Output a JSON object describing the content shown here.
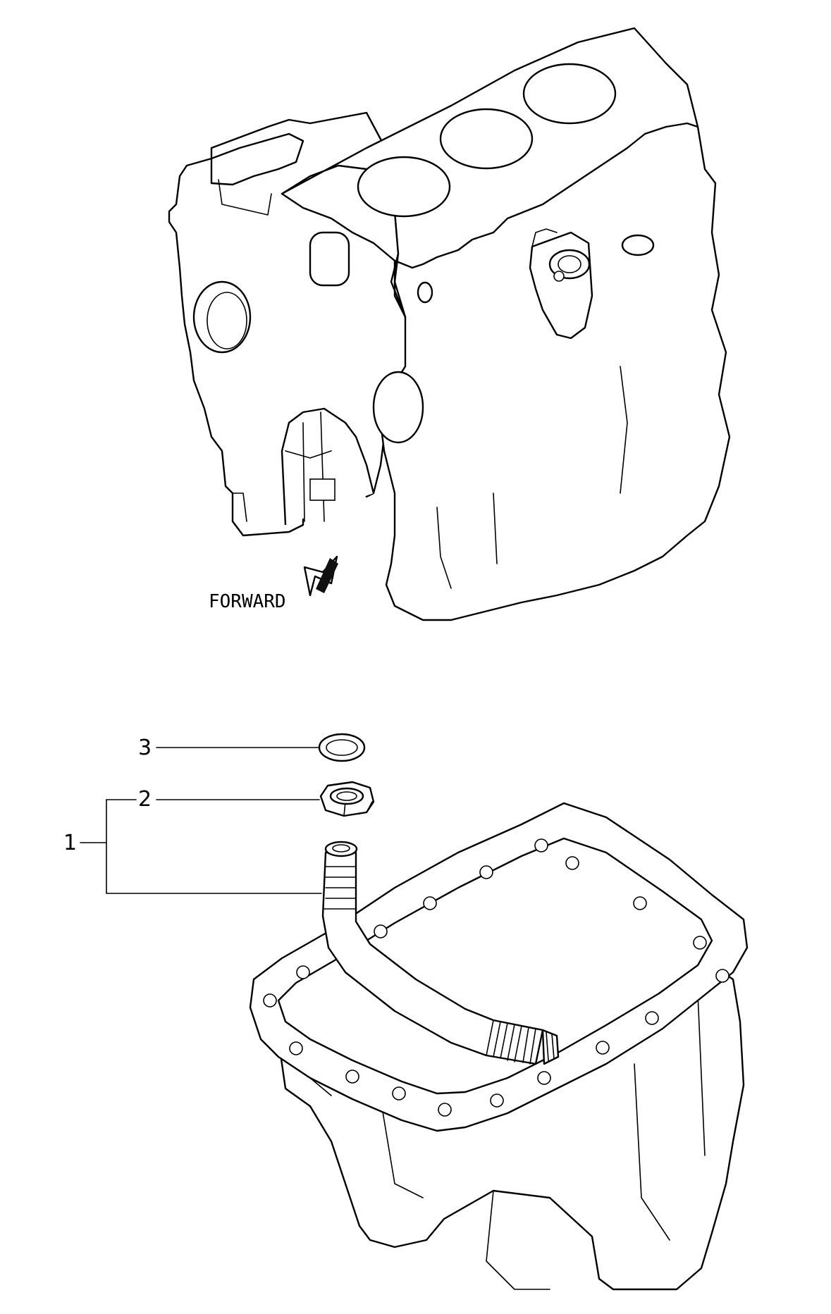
{
  "forward_label": "FORWARD",
  "callouts": [
    {
      "number": "1"
    },
    {
      "number": "2"
    },
    {
      "number": "3"
    }
  ]
}
